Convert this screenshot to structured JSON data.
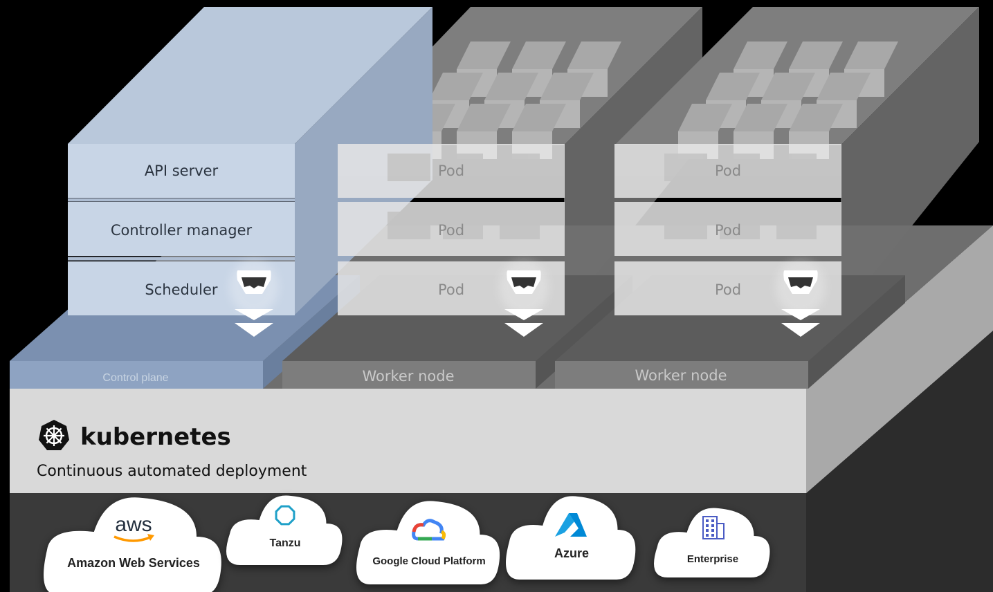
{
  "control_plane": {
    "components": [
      "API server",
      "Controller manager",
      "Scheduler"
    ],
    "base_label": "Control plane"
  },
  "worker_nodes": [
    {
      "pods": [
        "Pod",
        "Pod",
        "Pod"
      ],
      "base_label": "Worker node"
    },
    {
      "pods": [
        "Pod",
        "Pod",
        "Pod"
      ],
      "base_label": "Worker node"
    }
  ],
  "platform": {
    "name": "kubernetes",
    "tagline": "Continuous automated deployment"
  },
  "clouds": [
    {
      "logo_text": "aws",
      "label": "Amazon Web Services",
      "icon": "aws-smile-icon"
    },
    {
      "logo_text": "",
      "label": "Tanzu",
      "icon": "tanzu-hexagon-icon"
    },
    {
      "logo_text": "",
      "label": "Google Cloud Platform",
      "icon": "google-cloud-icon"
    },
    {
      "logo_text": "",
      "label": "Azure",
      "icon": "azure-logo-icon"
    },
    {
      "logo_text": "",
      "label": "Enterprise",
      "icon": "building-icon"
    }
  ],
  "colors": {
    "control_plane_front": "#c8d5e6",
    "control_plane_base": "#8ea3c2",
    "worker_front": "#d9d9d9",
    "worker_base": "#7d7d7d",
    "platform_slab": "#d9d9d9",
    "cloud_band": "#3a3a3a"
  }
}
